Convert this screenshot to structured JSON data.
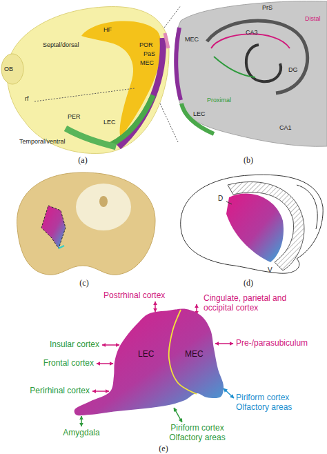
{
  "diagram": {
    "nodes": [
      {
        "text": [
          "LEC",
          "MEC"
        ]
      }
    ],
    "labels": [
      "OB",
      "Septal/dorsal",
      "HF",
      "POR",
      "PaS",
      "MEC",
      "rf",
      "PER",
      "LEC",
      "Temporal/ventral",
      "(a)",
      "PrS",
      "MEC",
      "LEC",
      "DG",
      "CA3",
      "CA1",
      "Proximal",
      "Distal",
      "(b)",
      "(c)",
      "D",
      "V",
      "(d)",
      "Postrhinal cortex",
      "Cingulate, parietal and occipital cortex",
      "Pre-/parasubiculum",
      "Insular cortex",
      "Frontal cortex",
      "Perirhinal cortex",
      "Piriform cortex Olfactory areas",
      "Amygdala",
      "Piriform cortex Olfactory areas",
      "(e)"
    ]
  }
}
